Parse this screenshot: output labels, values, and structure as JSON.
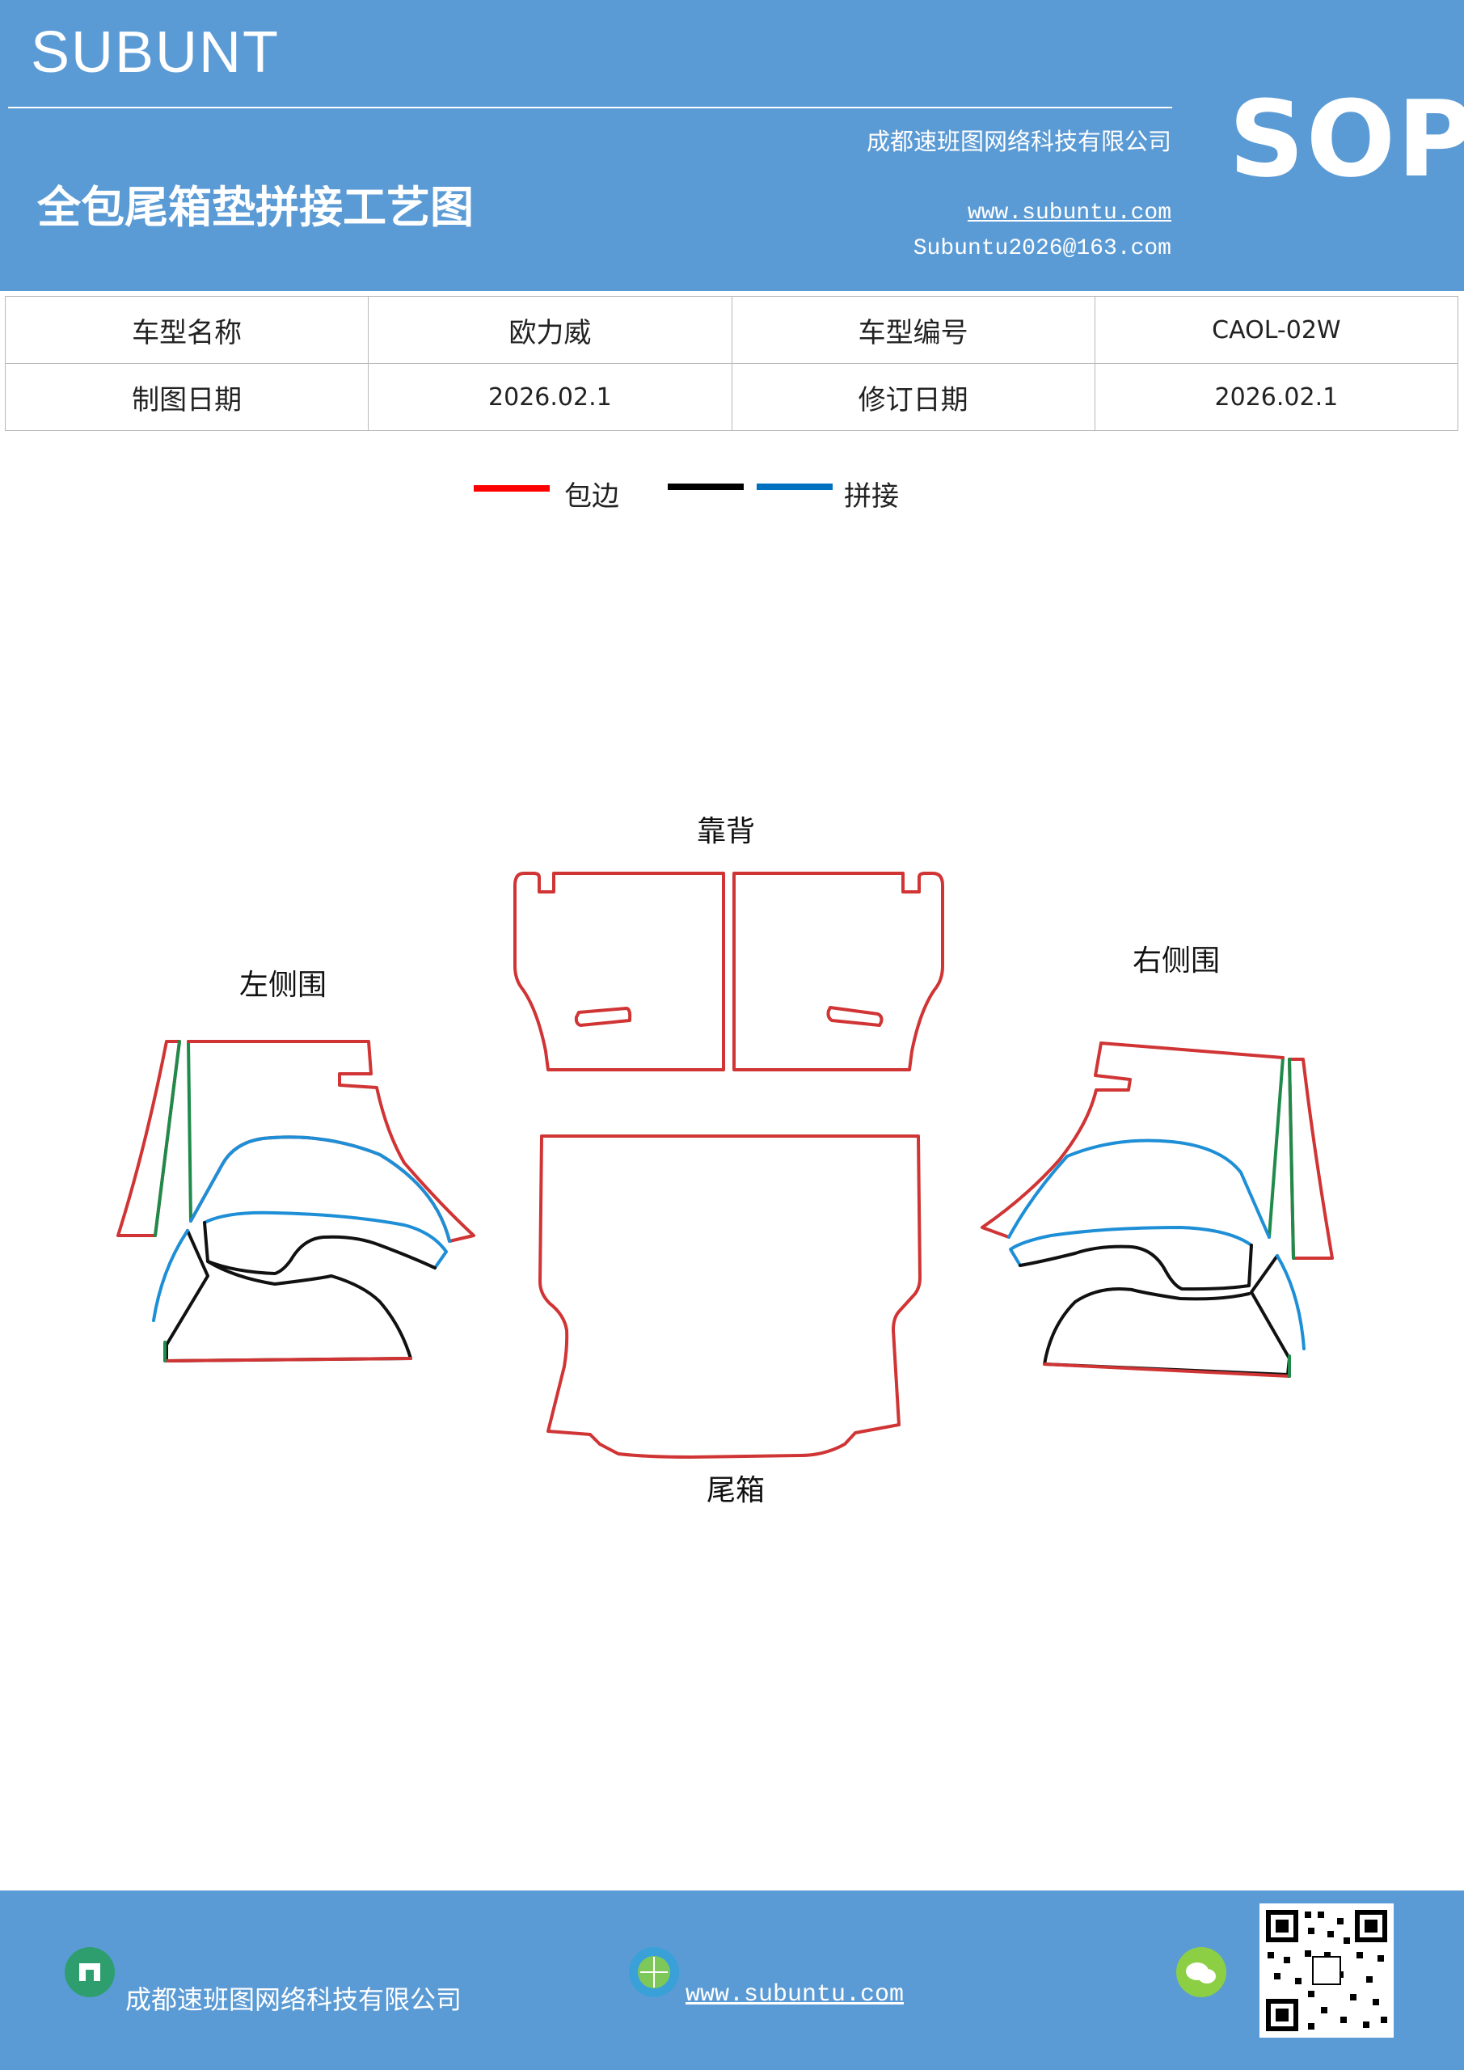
{
  "header": {
    "brand": "SUBUNT",
    "tag": "SOP",
    "company": "成都速班图网络科技有限公司",
    "title": "全包尾箱垫拼接工艺图",
    "website": "www.subuntu.com",
    "email": "Subuntu2026@163.com",
    "bg_color": "#5b9bd5"
  },
  "info_table": {
    "rows": [
      [
        "车型名称",
        "欧力威",
        "车型编号",
        "CAOL-02W"
      ],
      [
        "制图日期",
        "2026.02.1",
        "修订日期",
        "2026.02.1"
      ]
    ]
  },
  "legend": {
    "items": [
      {
        "color": "#ff0000",
        "label": "包边"
      },
      {
        "color": "#000000",
        "label": ""
      },
      {
        "color": "#0070c0",
        "label": "拼接"
      }
    ]
  },
  "diagram": {
    "labels": {
      "backrest": "靠背",
      "left_side": "左侧围",
      "right_side": "右侧围",
      "trunk": "尾箱"
    },
    "colors": {
      "edge": "#d03434",
      "seam_blue": "#1e8fd6",
      "seam_black": "#111111",
      "seam_green": "#1f8a4a"
    }
  },
  "footer": {
    "company": "成都速班图网络科技有限公司",
    "website": "www.subuntu.com",
    "bg_color": "#5b9bd5"
  }
}
